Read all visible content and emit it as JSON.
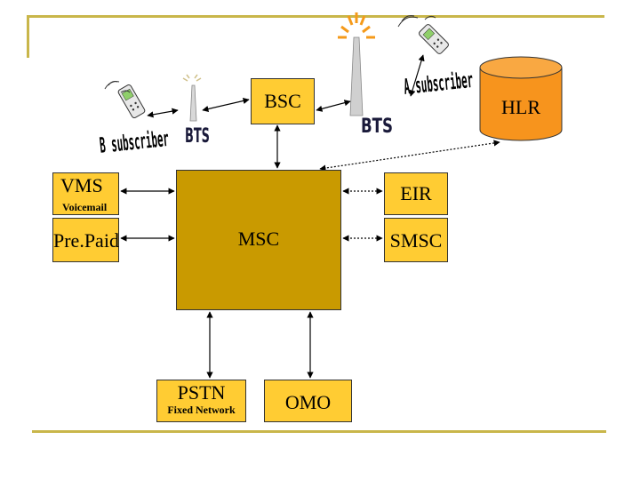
{
  "nodes": {
    "bsc": "BSC",
    "hlr": "HLR",
    "vms": "VMS",
    "vms_sub": "Voicemail",
    "eir": "EIR",
    "prepaid": "Pre.Paid",
    "msc": "MSC",
    "smsc": "SMSC",
    "pstn": "PSTN",
    "pstn_sub": "Fixed Network",
    "omo": "OMO"
  },
  "labels": {
    "b_subscriber": "B subscriber",
    "a_subscriber": "A subscriber",
    "bts_left": "BTS",
    "bts_right": "BTS"
  },
  "colors": {
    "box_fill": "#ffcc33",
    "msc_fill": "#c99a00",
    "hlr_fill": "#f7941d",
    "frame": "#c9b64a"
  }
}
